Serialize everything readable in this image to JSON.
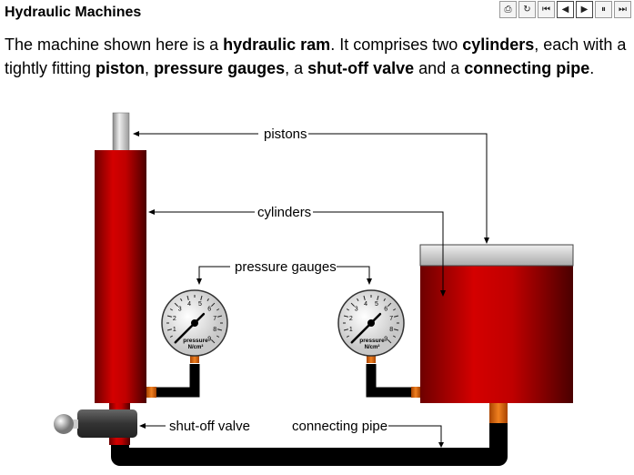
{
  "title": "Hydraulic Machines",
  "intro": {
    "t1": "The machine shown here is a ",
    "b1": "hydraulic ram",
    "t2": ".  It comprises two ",
    "b2": "cylinders",
    "t3": ", each with a tightly fitting ",
    "b3": "piston",
    "t4": ", ",
    "b4": "pressure gauges",
    "t5": ", a ",
    "b5": "shut-off valve",
    "t6": " and a ",
    "b6": "connecting pipe",
    "t7": "."
  },
  "toolbar": [
    {
      "icon": "print-icon",
      "glyph": "⎙"
    },
    {
      "icon": "replay-icon",
      "glyph": "↻"
    },
    {
      "icon": "skip-start-icon",
      "glyph": "⏮"
    },
    {
      "icon": "step-back-icon",
      "glyph": "◀"
    },
    {
      "icon": "step-forward-icon",
      "glyph": "▶"
    },
    {
      "icon": "pause-icon",
      "glyph": "⏸"
    },
    {
      "icon": "skip-end-icon",
      "glyph": "⏭"
    }
  ],
  "labels": {
    "pistons": "pistons",
    "cylinders": "cylinders",
    "gauges": "pressure gauges",
    "valve": "shut-off valve",
    "pipe": "connecting pipe"
  },
  "gauge": {
    "ticks": [
      "1",
      "2",
      "3",
      "4",
      "5",
      "6",
      "7",
      "8",
      "9"
    ],
    "label": "pressure",
    "unit": "N/cm²",
    "reading": 0
  },
  "colors": {
    "cylinder": "#cc0000",
    "pipe": "#000000",
    "connector": "#e06a10",
    "valve": "#444444"
  }
}
